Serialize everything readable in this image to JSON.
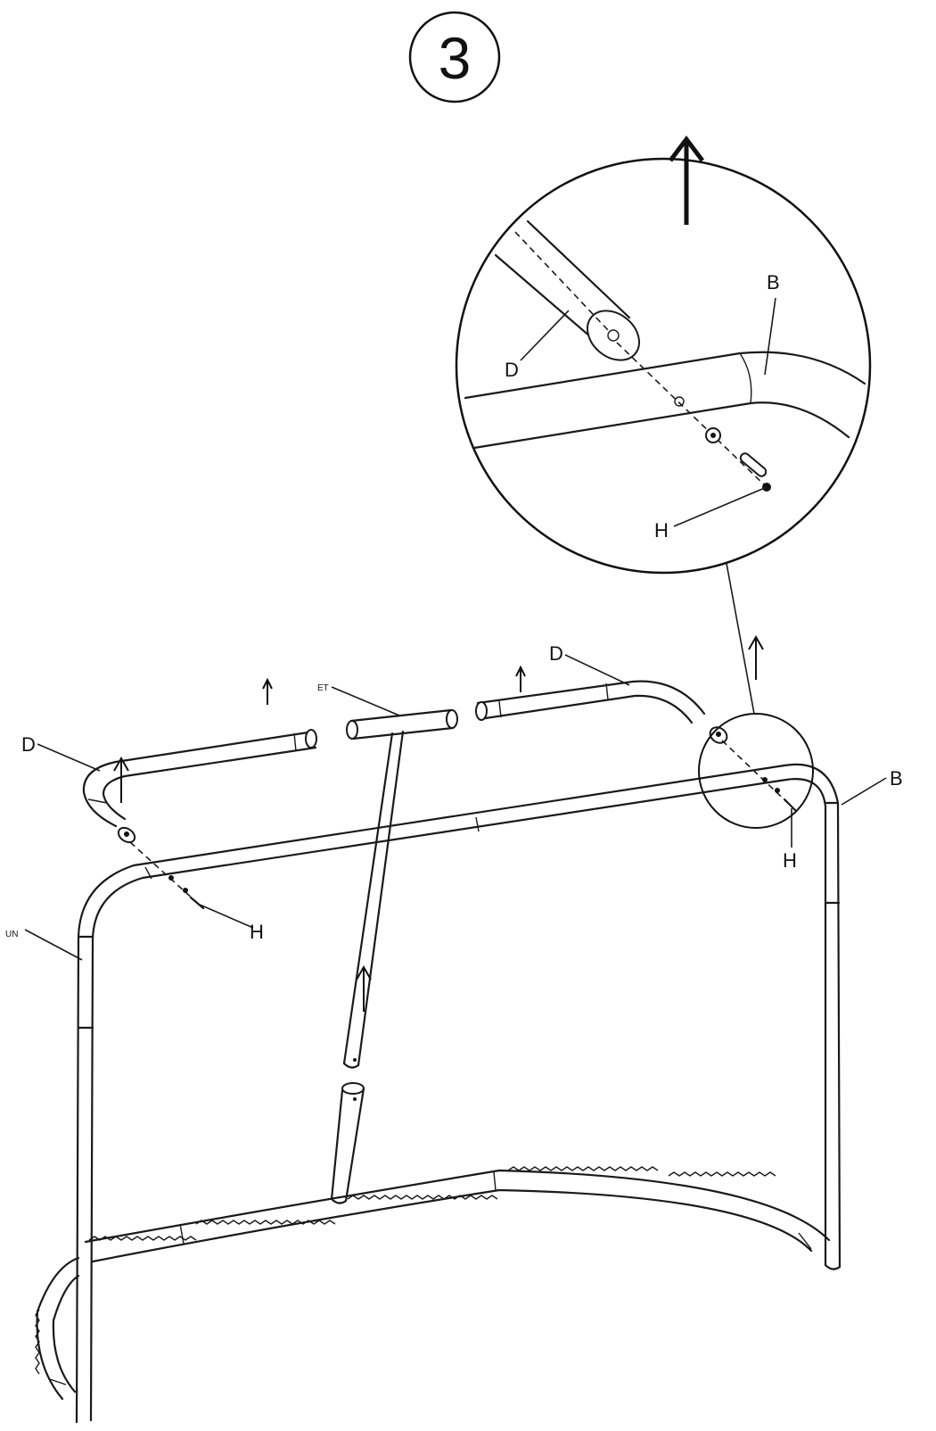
{
  "step": {
    "number": "3"
  },
  "labels": {
    "d_left": "D",
    "d_right": "D",
    "d_zoom": "D",
    "b_main": "B",
    "b_zoom": "B",
    "h_left": "H",
    "h_right": "H",
    "h_zoom": "H",
    "et": "ET",
    "un": "UN"
  }
}
